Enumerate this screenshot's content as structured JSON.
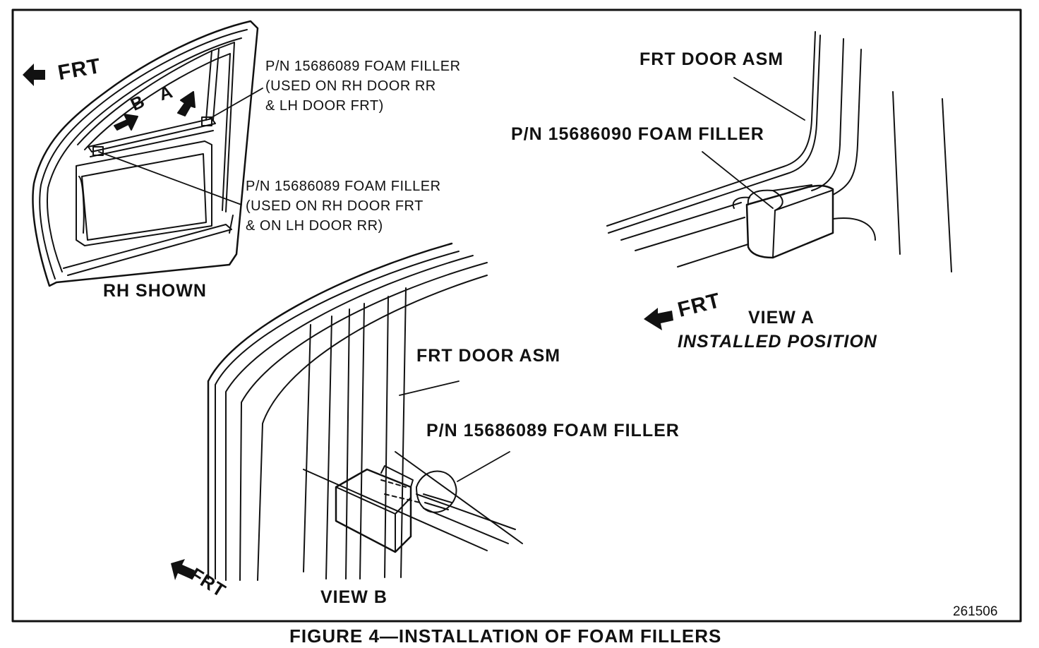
{
  "labels": {
    "frt_top_left": "FRT",
    "arrow_b": "B",
    "arrow_a": "A",
    "callout_rear_pn": "P/N 15686089 FOAM FILLER",
    "callout_rear_use1": "(USED ON RH DOOR RR",
    "callout_rear_use2": "& LH DOOR FRT)",
    "callout_front_pn": "P/N 15686089 FOAM FILLER",
    "callout_front_use1": "(USED ON RH DOOR FRT",
    "callout_front_use2": "& ON LH DOOR RR)",
    "rh_shown": "RH SHOWN"
  },
  "view_a": {
    "door_asm": "FRT DOOR ASM",
    "filler": "P/N 15686090 FOAM FILLER",
    "frt": "FRT",
    "title": "VIEW A",
    "subtitle": "INSTALLED POSITION"
  },
  "view_b": {
    "door_asm": "FRT DOOR ASM",
    "filler": "P/N 15686089 FOAM FILLER",
    "frt": "FRT",
    "title": "VIEW B"
  },
  "figure_number": "261506",
  "caption": "FIGURE 4—INSTALLATION OF FOAM FILLERS",
  "colors": {
    "ink": "#111111",
    "paper": "#ffffff"
  }
}
